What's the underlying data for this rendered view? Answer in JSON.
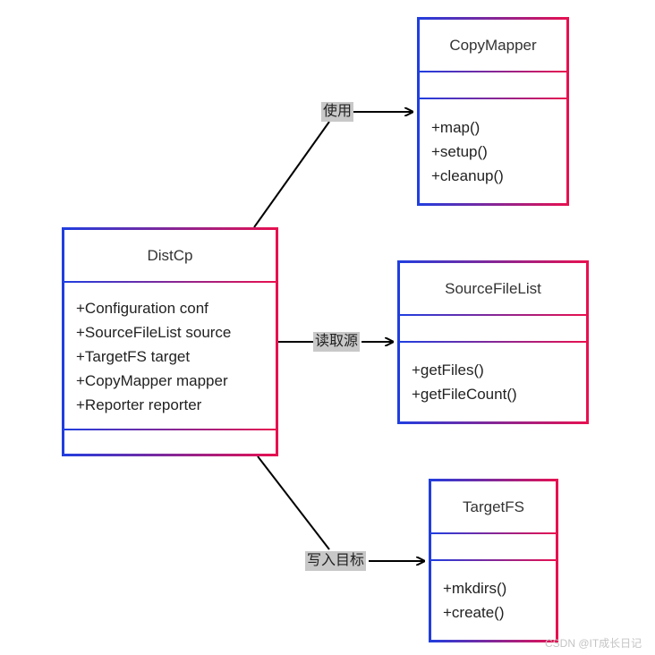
{
  "classes": {
    "distcp": {
      "name": "DistCp",
      "attributes": [
        "+Configuration conf",
        "+SourceFileList source",
        "+TargetFS target",
        "+CopyMapper mapper",
        "+Reporter reporter"
      ],
      "methods": []
    },
    "copymapper": {
      "name": "CopyMapper",
      "attributes": [],
      "methods": [
        "+map()",
        "+setup()",
        "+cleanup()"
      ]
    },
    "sourcefilelist": {
      "name": "SourceFileList",
      "attributes": [],
      "methods": [
        "+getFiles()",
        "+getFileCount()"
      ]
    },
    "targetfs": {
      "name": "TargetFS",
      "attributes": [],
      "methods": [
        "+mkdirs()",
        "+create()"
      ]
    }
  },
  "relations": {
    "uses": "使用",
    "reads_source": "读取源",
    "writes_target": "写入目标"
  },
  "watermark": "CSDN @IT成长日记"
}
